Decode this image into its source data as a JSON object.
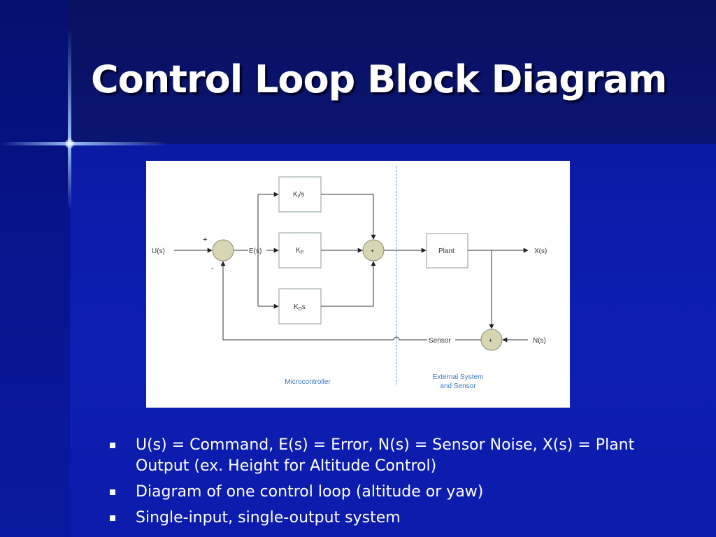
{
  "slide": {
    "title": "Control Loop Block Diagram"
  },
  "diagram": {
    "blocks": {
      "integral": {
        "main": "K",
        "sub": "I",
        "suffix": "/s"
      },
      "proportional": {
        "main": "K",
        "sub": "P",
        "suffix": ""
      },
      "derivative": {
        "main": "K",
        "sub": "D",
        "suffix": "s"
      },
      "plant": "Plant"
    },
    "signals": {
      "input": "U(s)",
      "error": "E(s)",
      "output": "X(s)",
      "noise": "N(s)",
      "sensor": "Sensor"
    },
    "sign_plus": "+",
    "sign_minus": "-",
    "junction_plus": "+",
    "regions": {
      "left": "Microcontroller",
      "right_line1": "External System",
      "right_line2": "and Sensor"
    }
  },
  "bullets": [
    "U(s) = Command, E(s) = Error, N(s) = Sensor Noise, X(s) = Plant Output (ex. Height for Altitude Control)",
    "Diagram of one control loop (altitude or yaw)",
    "Single-input, single-output system"
  ],
  "colors": {
    "background": "#0d1fb3",
    "title_text": "#ffffff",
    "summing_junction_fill": "#d8d6b2",
    "region_label": "#3a78c2",
    "divider_line": "#6a9ed8"
  }
}
